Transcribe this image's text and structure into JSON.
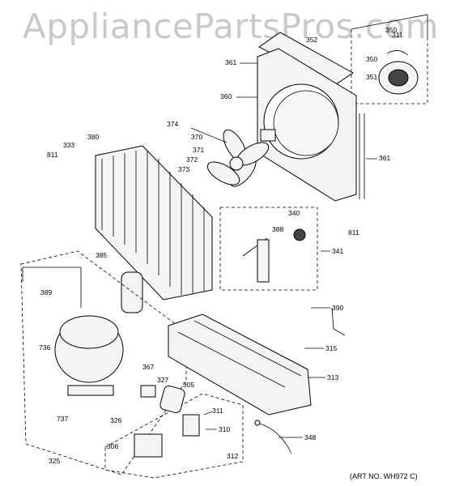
{
  "watermark": "AppliancePartsPros.com",
  "art_number": "(ART NO. WH972 C)",
  "callouts": {
    "c350a": "350",
    "c311a": "311",
    "c352": "352",
    "c361a": "361",
    "c350b": "350",
    "c351": "351",
    "c360": "360",
    "c374": "374",
    "c380": "380",
    "c333": "333",
    "c370": "370",
    "c361b": "361",
    "c811a": "811",
    "c371": "371",
    "c373": "373",
    "c372": "372",
    "c340": "340",
    "c388": "388",
    "c811b": "811",
    "c341": "341",
    "c385": "385",
    "c389": "389",
    "c390": "390",
    "c736": "736",
    "c315": "315",
    "c367": "367",
    "c313": "313",
    "c327": "327",
    "c305": "305",
    "c737": "737",
    "c311b": "311",
    "c326": "326",
    "c310": "310",
    "c306": "306",
    "c348": "348",
    "c312": "312",
    "c325": "325"
  }
}
